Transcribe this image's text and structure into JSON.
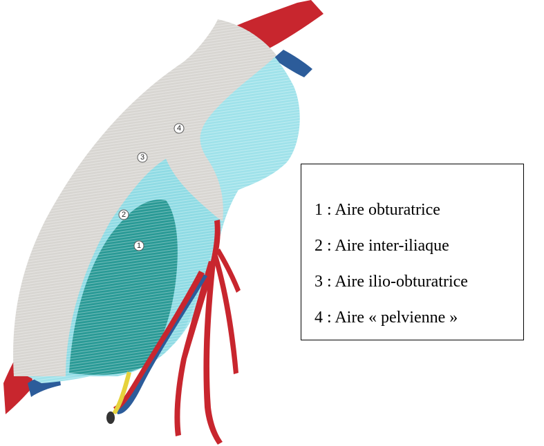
{
  "figure": {
    "markers": [
      "1",
      "2",
      "3",
      "4"
    ],
    "colors": {
      "artery": "#c8262e",
      "vein": "#2c5c9a",
      "nerve": "#e6d23c",
      "outer_area": "#9fe2ea",
      "pelvic_band": "#d8d6d2",
      "obturator_area": "#2a9a96"
    }
  },
  "legend": {
    "items": [
      "1 : Aire obturatrice",
      "2 : Aire inter-iliaque",
      "3 : Aire ilio-obturatrice",
      "4 : Aire « pelvienne »"
    ]
  }
}
